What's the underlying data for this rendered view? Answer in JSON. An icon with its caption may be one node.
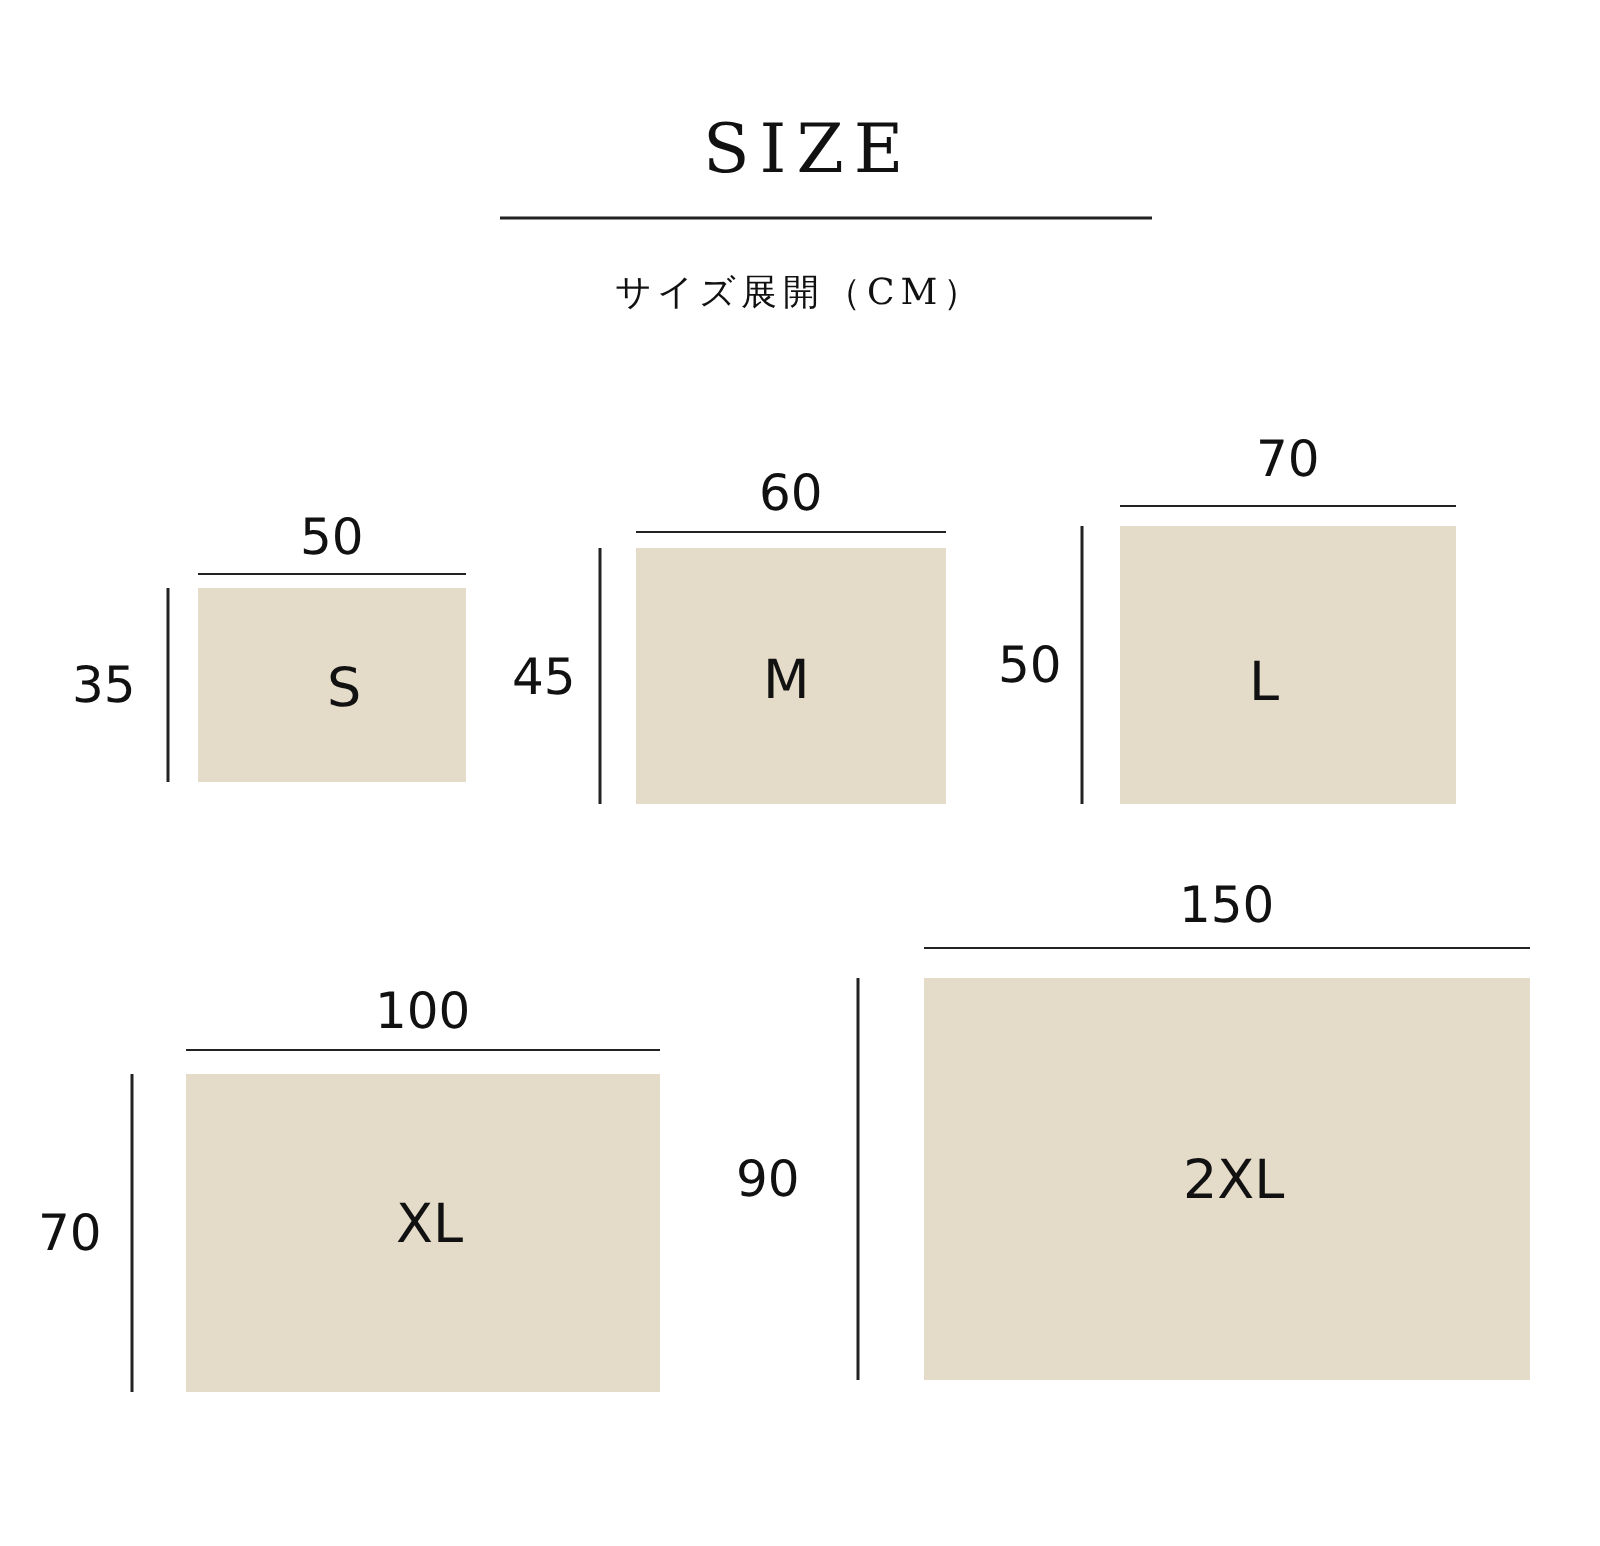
{
  "diagram": {
    "title": "SIZE",
    "nodes": [
      {
        "text": [
          "S"
        ],
        "beside": [
          "50",
          "35"
        ]
      },
      {
        "text": [
          "M"
        ],
        "beside": [
          "60",
          "45"
        ]
      },
      {
        "text": [
          "L"
        ],
        "beside": [
          "70",
          "50"
        ]
      },
      {
        "text": [
          "XL"
        ],
        "beside": [
          "100",
          "70"
        ]
      },
      {
        "text": [
          "2XL"
        ],
        "beside": [
          "150",
          "90"
        ]
      }
    ],
    "labels": [
      "サイズ展開（CM）"
    ]
  }
}
